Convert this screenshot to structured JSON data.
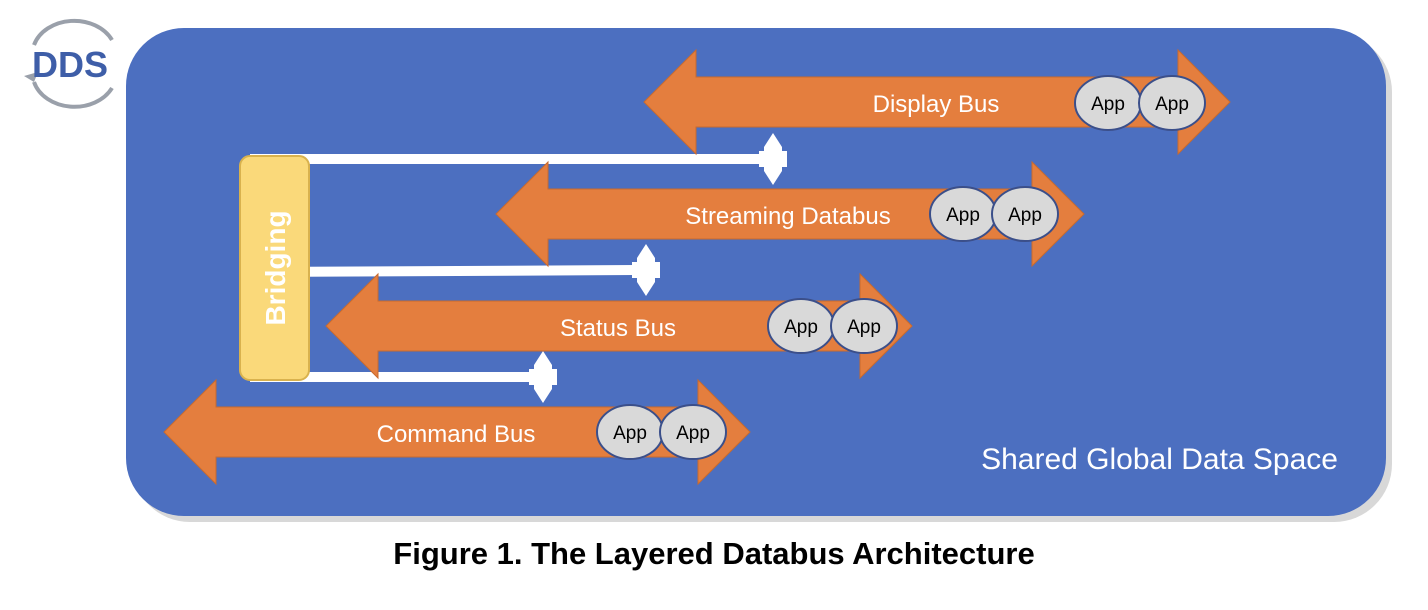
{
  "logo": {
    "text": "DDS"
  },
  "diagram": {
    "space_label": "Shared Global Data Space",
    "bridging_label": "Bridging",
    "buses": [
      {
        "label": "Display Bus",
        "apps": [
          "App",
          "App"
        ]
      },
      {
        "label": "Streaming Databus",
        "apps": [
          "App",
          "App"
        ]
      },
      {
        "label": "Status Bus",
        "apps": [
          "App",
          "App"
        ]
      },
      {
        "label": "Command Bus",
        "apps": [
          "App",
          "App"
        ]
      }
    ]
  },
  "caption": "Figure 1. The Layered Databus Architecture",
  "colors": {
    "space": "#4c6fc0",
    "space_shadow": "#c7c7c7",
    "arrow": "#e47e3e",
    "arrow_edge": "#c96a2d",
    "bridging": "#fad97a",
    "bridging_edge": "#d9b24e",
    "app": "#d9d9d9",
    "app_edge": "#3b4f8a",
    "logo_text": "#3e5ea8",
    "logo_ring": "#9aa0aa"
  }
}
